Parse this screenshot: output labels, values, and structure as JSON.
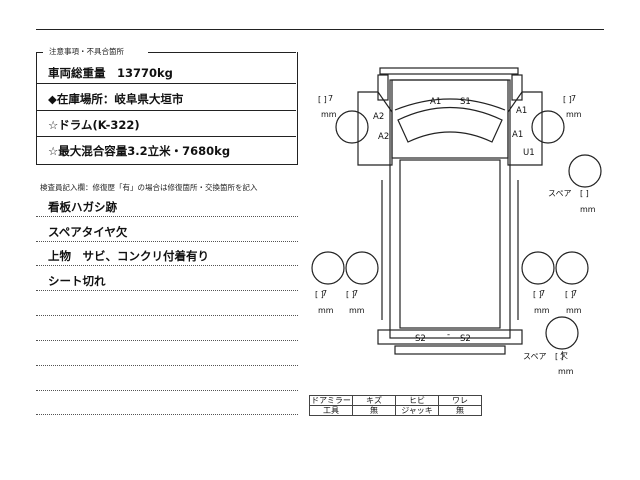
{
  "notes_header": "注意事項・不具合箇所",
  "info": [
    "車両総重量　13770kg",
    "◆在庫場所：岐阜県大垣市",
    "☆ドラム(K-322)",
    "☆最大混合容量3.2立米・7680kg"
  ],
  "inspector_header": "検査員記入欄：修復歴「有」の場合は修復箇所・交換箇所を記入",
  "remarks": [
    "看板ハガシ跡",
    "スペアタイヤ欠",
    "上物　サビ、コンクリ付着有り",
    "シート切れ"
  ],
  "diagram": {
    "labels": {
      "a1_top": "A1",
      "s1": "S1",
      "a2_1": "A2",
      "a2_2": "A2",
      "a1_right1": "A1",
      "a1_right2": "A1",
      "u1": "U1",
      "s2_left": "S2",
      "dash": "-",
      "s2_right": "S2"
    },
    "tire_depths": {
      "front_left": "7",
      "front_right": "7",
      "rear_1": "7",
      "rear_2": "7",
      "rear_3": "7",
      "rear_4": "7",
      "spare_top": "",
      "spare_bottom": "欠"
    },
    "unit": "mm",
    "spare_label": "スペア"
  },
  "legend": [
    [
      "ドアミラー",
      "キズ",
      "ヒビ",
      "ワレ"
    ],
    [
      "工具",
      "無",
      "ジャッキ",
      "無"
    ]
  ]
}
